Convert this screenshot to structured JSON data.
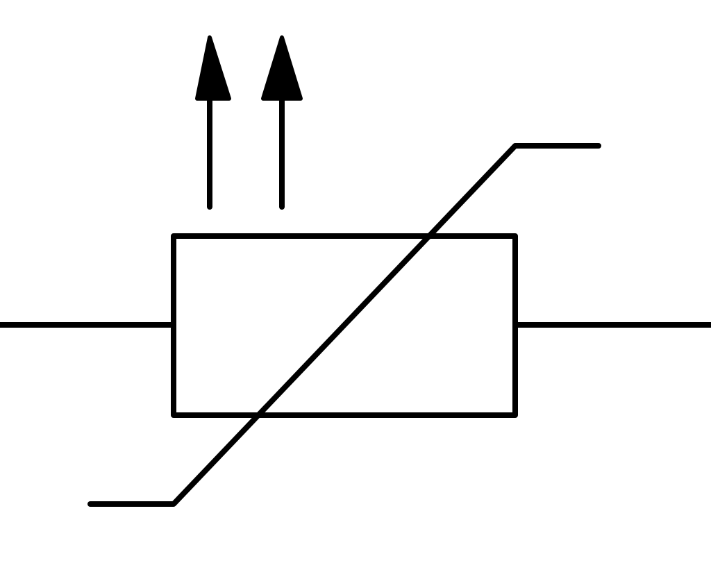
{
  "symbol": {
    "kind": "thermistor",
    "stroke_color": "#000000",
    "background_color": "#ffffff",
    "arrow_count": 2,
    "arrow_direction": "up"
  }
}
